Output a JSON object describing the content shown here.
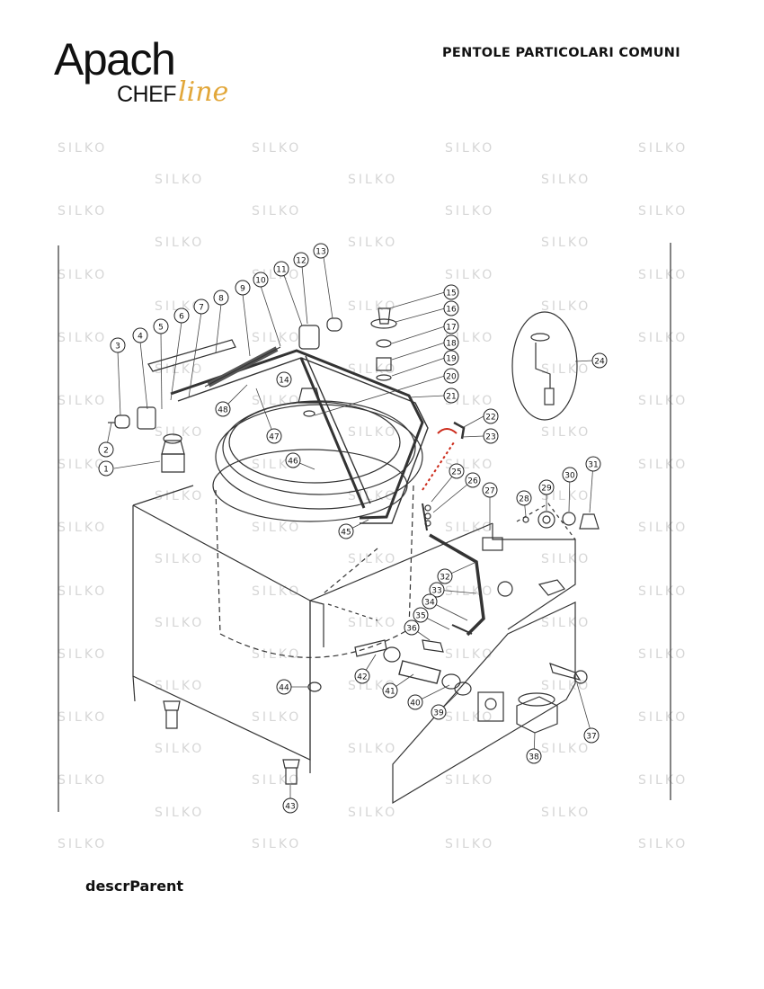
{
  "header": {
    "brand_main": "Apach",
    "brand_sub_1": "CHEF",
    "brand_sub_2": "line",
    "title": "PENTOLE PARTICOLARI COMUNI"
  },
  "watermark": "SILKO",
  "diagram": {
    "callouts": [
      "1",
      "2",
      "3",
      "4",
      "5",
      "6",
      "7",
      "8",
      "9",
      "10",
      "11",
      "12",
      "13",
      "14",
      "15",
      "16",
      "17",
      "18",
      "19",
      "20",
      "21",
      "22",
      "23",
      "24",
      "25",
      "26",
      "27",
      "28",
      "29",
      "30",
      "31",
      "32",
      "33",
      "34",
      "35",
      "36",
      "37",
      "38",
      "39",
      "40",
      "41",
      "42",
      "43",
      "44",
      "45",
      "46",
      "47",
      "48"
    ]
  },
  "footer": {
    "description": "descrParent"
  }
}
